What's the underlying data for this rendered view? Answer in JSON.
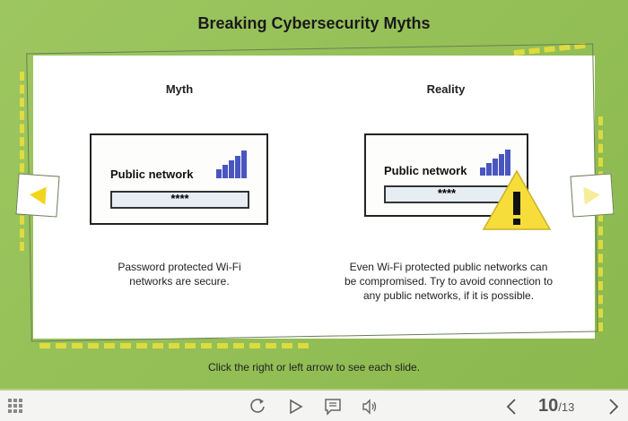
{
  "slide": {
    "title": "Breaking Cybersecurity Myths",
    "myth": {
      "heading": "Myth",
      "network_label": "Public network",
      "password": "****",
      "description_lines": [
        "Password protected Wi-Fi",
        "networks are secure."
      ]
    },
    "reality": {
      "heading": "Reality",
      "network_label": "Public network",
      "password": "****",
      "description_lines": [
        "Even Wi-Fi protected public networks can",
        "be compromised. Try to avoid connection to",
        "any public networks, if it is possible."
      ]
    },
    "hint": "Click the right or left arrow to see each slide."
  },
  "player": {
    "current_page": "10",
    "total_pages": "/13"
  },
  "colors": {
    "accent": "#f2d51a",
    "signal": "#4a56c0",
    "background": "#95c05a"
  }
}
